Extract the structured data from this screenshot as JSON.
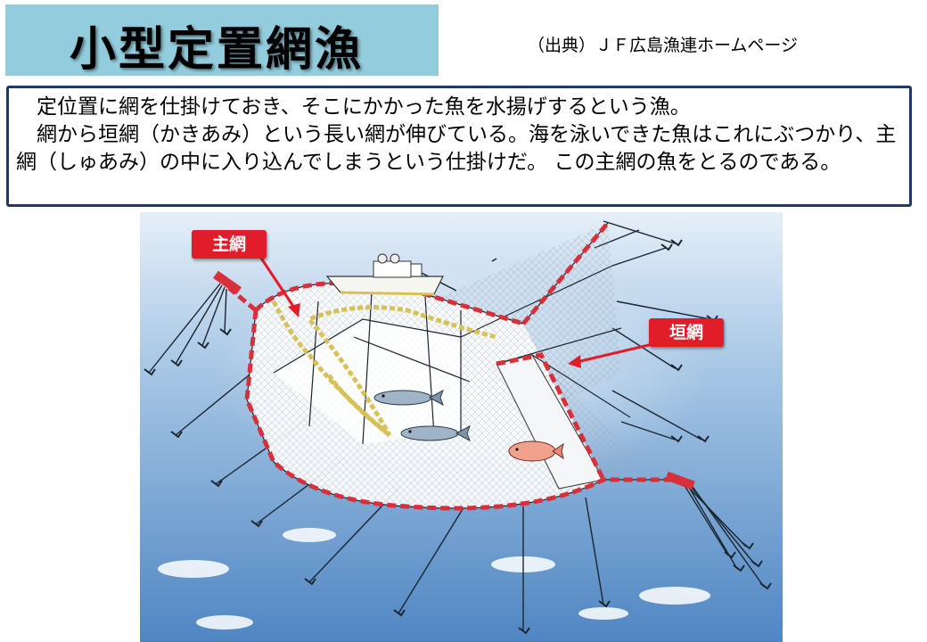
{
  "title": "小型定置網漁",
  "source": "（出典）ＪＦ広島漁連ホームページ",
  "description": {
    "line1": "　定位置に網を仕掛けておき、そこにかかった魚を水揚げするという漁。",
    "line2": "　網から垣網（かきあみ）という長い網が伸びている。海を泳いできた魚はこれにぶつかり、主網（しゅあみ）の中に入り込んでしまうという仕掛けだ。 この主網の魚をとるのである。"
  },
  "labels": {
    "main_net": "主網",
    "fence_net": "垣網"
  },
  "colors": {
    "title_bg": "#93cddd",
    "border": "#1f3864",
    "label_red": "#e11d2a",
    "sea_top": "#dce9f4",
    "sea_bottom": "#5b8fc7",
    "float_red": "#d8303b",
    "rope_yellow": "#d7c25a"
  },
  "icons": [
    "boat-icon",
    "fish-icon",
    "anchor-icon"
  ]
}
